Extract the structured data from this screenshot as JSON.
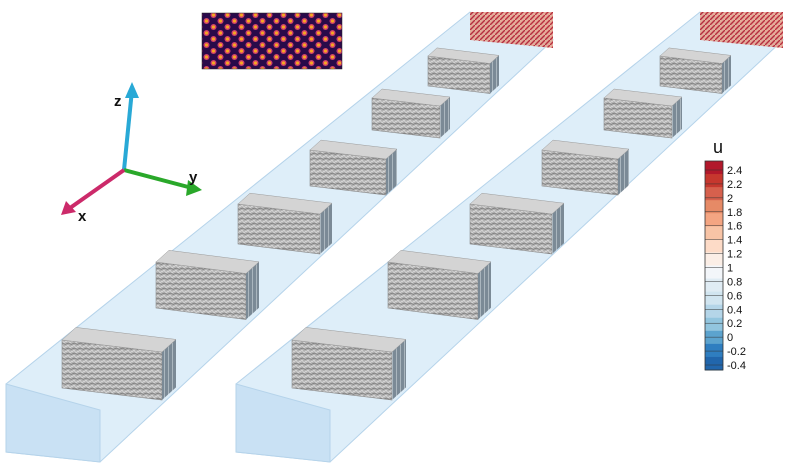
{
  "axes_triad": {
    "labels": {
      "x": "x",
      "y": "y",
      "z": "z"
    },
    "colors": {
      "x": "#cc2a6a",
      "y": "#2aa82a",
      "z": "#29a9d6"
    }
  },
  "inset_pattern": {
    "colors": {
      "background": "#2a0a4a",
      "spot": "#f5a623",
      "mid": "#d1406b"
    }
  },
  "colorbar": {
    "title": "u",
    "ticks": [
      "2.4",
      "2.2",
      "2",
      "1.8",
      "1.6",
      "1.4",
      "1.2",
      "1",
      "0.8",
      "0.6",
      "0.4",
      "0.2",
      "0",
      "-0.2",
      "-0.4"
    ],
    "colors": [
      "#b2182b",
      "#c6372e",
      "#d6604d",
      "#e68a66",
      "#f4a582",
      "#f8c4a6",
      "#fddbc7",
      "#fbeee6",
      "#f3f6fa",
      "#e0ecf4",
      "#d1e5f0",
      "#b4d5e8",
      "#92c5de",
      "#5ca3ce",
      "#2f7ec0",
      "#2166ac"
    ]
  },
  "colors": {
    "channel": "#d8ebf8",
    "channel_edge": "#b5d3ea",
    "block_top": "#c9c9c9",
    "block_front": "#9a9a9a",
    "block_side": "#7f8a93"
  }
}
